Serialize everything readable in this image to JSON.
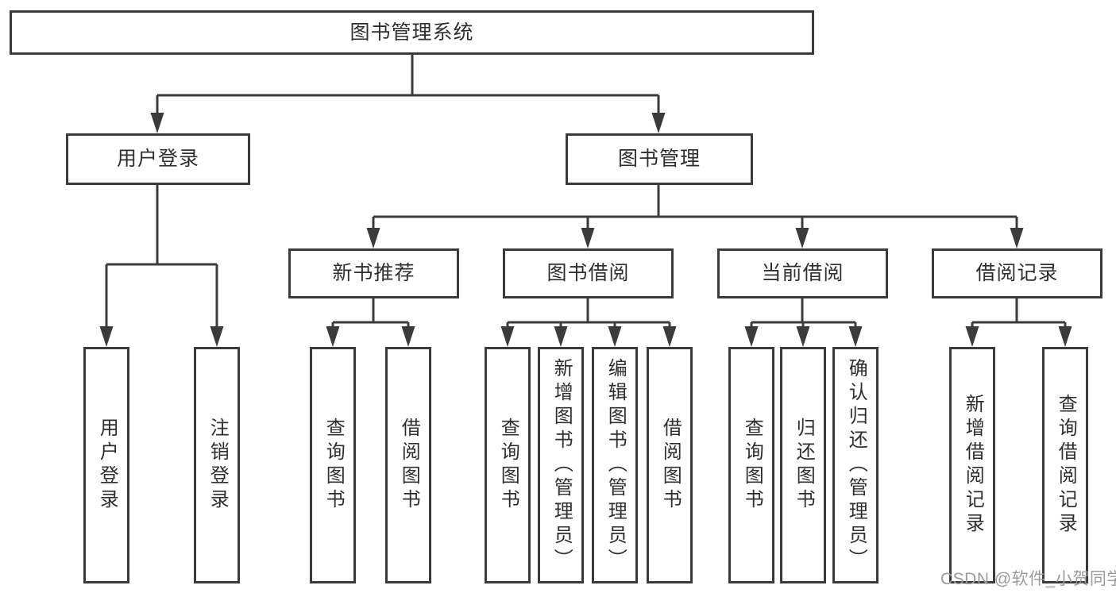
{
  "tree": {
    "label": "图书管理系统",
    "children": [
      {
        "label": "用户登录",
        "children": [
          {
            "label": "用户登录"
          },
          {
            "label": "注销登录"
          }
        ]
      },
      {
        "label": "图书管理",
        "children": [
          {
            "label": "新书推荐",
            "children": [
              {
                "label": "查询图书"
              },
              {
                "label": "借阅图书"
              }
            ]
          },
          {
            "label": "图书借阅",
            "children": [
              {
                "label": "查询图书"
              },
              {
                "label": "新增图书（管理员）"
              },
              {
                "label": "编辑图书（管理员）"
              },
              {
                "label": "借阅图书"
              }
            ]
          },
          {
            "label": "当前借阅",
            "children": [
              {
                "label": "查询图书"
              },
              {
                "label": "归还图书"
              },
              {
                "label": "确认归还（管理员）"
              }
            ]
          },
          {
            "label": "借阅记录",
            "children": [
              {
                "label": "新增借阅记录"
              },
              {
                "label": "查询借阅记录"
              }
            ]
          }
        ]
      }
    ]
  },
  "watermark": "CSDN @软件_小贺同学",
  "colors": {
    "line": "#3b3b3b",
    "text": "#2f2f2f",
    "watermark": "#9c9c9c",
    "background": "#ffffff"
  }
}
